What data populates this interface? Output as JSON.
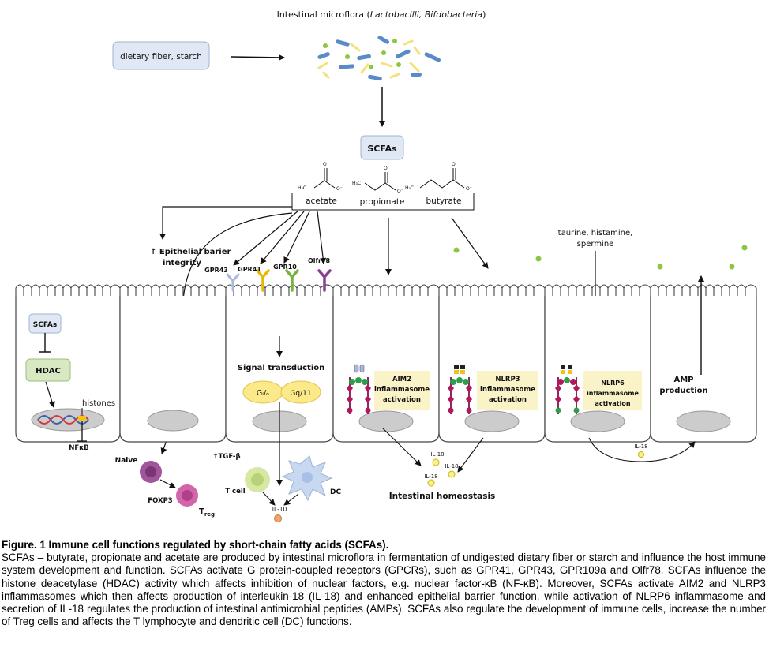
{
  "top": {
    "microflora_prefix": "Intestinal microflora (",
    "microflora_species": "Lactobacilli, Bifdobacteria",
    "microflora_suffix": ")",
    "diet_box": "dietary fiber, starch"
  },
  "scfa": {
    "box": "SCFAs",
    "acetate": "acetate",
    "propionate": "propionate",
    "butyrate": "butyrate",
    "formula_acetate": "H₃C",
    "formula_propionate": "H₃C",
    "formula_butyrate": "H₃C",
    "oxygen": "O",
    "oxygen_minus": "O⁻"
  },
  "receptors": {
    "gpr43": "GPR43",
    "gpr41": "GPR41",
    "gpr10": "GPR10",
    "olfr78": "Olfr78"
  },
  "labels": {
    "barrier_line1": "↑ Epithelial barier",
    "barrier_line2": "integrity",
    "taurine_line1": "taurine, histamine,",
    "taurine_line2": "spermine",
    "cell1_scfas": "SCFAs",
    "hdac": "HDAC",
    "histones": "histones",
    "nfkb": "NFκB",
    "signal": "Signal transduction",
    "gio": "Gᵢ/ₒ",
    "gq": "Gq/11",
    "aim2_1": "AIM2",
    "aim2_2": "inflammasome",
    "aim2_3": "activation",
    "nlrp3_1": "NLRP3",
    "nlrp3_2": "inflammasome",
    "nlrp3_3": "activation",
    "nlrp6_1": "NLRP6",
    "nlrp6_2": "inflammasome",
    "nlrp6_3": "activation",
    "amp_1": "AMP",
    "amp_2": "production",
    "naive": "Naive",
    "foxp3": "FOXP3",
    "treg": "T",
    "treg_sub": "reg",
    "tgf": "↑TGF-β",
    "tcell": "T cell",
    "dc": "DC",
    "il10": "IL-10",
    "il18": "IL-18",
    "homeostasis": "Intestinal homeostasis"
  },
  "caption": {
    "title": "Figure. 1 Immune cell functions regulated by short-chain fatty acids (SCFAs).",
    "body": "SCFAs – butyrate, propionate and acetate are produced by intestinal microflora in fermentation of undigested dietary fiber or starch and influence the host immune system development and function. SCFAs activate G protein-coupled receptors (GPCRs), such as GPR41, GPR43, GPR109a and Olfr78. SCFAs influence the histone deacetylase (HDAC) activity which affects inhibition of nuclear factors, e.g. nuclear factor-κB (NF-κB). Moreover, SCFAs activate AIM2 and NLRP3 inflammasomes which then affects production of interleukin-18 (IL-18) and enhanced epithelial barrier function, while activation of NLRP6 inflammasome and secretion of IL-18 regulates the production of intestinal antimicrobial peptides (AMPs). SCFAs also regulate the development of immune cells, increase the number of Treg cells and affects the T lymphocyte and dendritic cell (DC) functions."
  },
  "colors": {
    "box_fill": "#dfe8f4",
    "box_stroke": "#9fb4d2",
    "cell_stroke": "#444444",
    "nucleus": "#cccccc",
    "hdac_fill": "#d7e8c3",
    "yellow_fill": "#fbf3c8",
    "g_fill": "#fbe98a",
    "green_dot": "#8dc63f",
    "naive": "#a0559c",
    "treg": "#d266a8",
    "tcell": "#d7e8a3",
    "dc": "#c8d8f0",
    "il": "#f7f28a"
  }
}
